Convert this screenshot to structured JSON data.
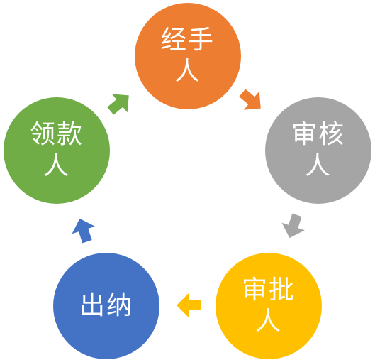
{
  "diagram": {
    "nodes": [
      {
        "label": "经手\n人",
        "color": "#ED7D31"
      },
      {
        "label": "审核\n人",
        "color": "#A5A5A5"
      },
      {
        "label": "审批\n人",
        "color": "#FFC000"
      },
      {
        "label": "出纳",
        "color": "#4472C4"
      },
      {
        "label": "领款\n人",
        "color": "#70AD47"
      }
    ],
    "arrows": [
      {
        "from": "经手人",
        "to": "审核人",
        "color": "#ED7D31"
      },
      {
        "from": "审核人",
        "to": "审批人",
        "color": "#A5A5A5"
      },
      {
        "from": "审批人",
        "to": "出纳",
        "color": "#FFC000"
      },
      {
        "from": "出纳",
        "to": "领款人",
        "color": "#4472C4"
      },
      {
        "from": "领款人",
        "to": "经手人",
        "color": "#70AD47"
      }
    ]
  }
}
